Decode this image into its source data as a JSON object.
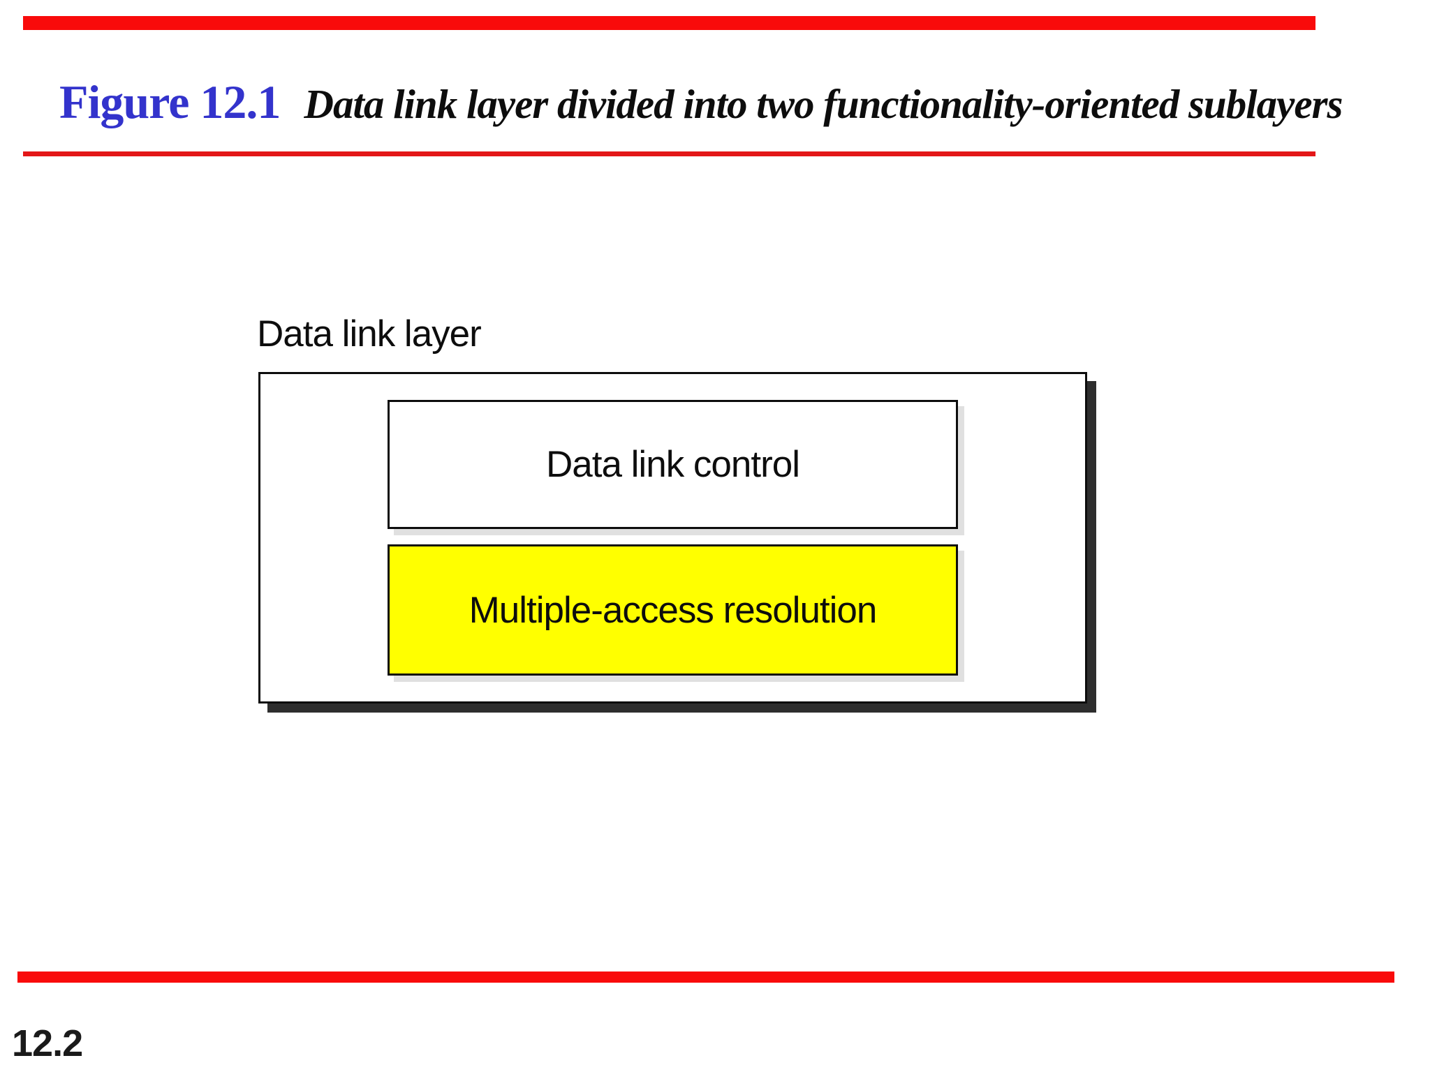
{
  "header": {
    "figure_label": "Figure 12.1",
    "figure_caption": "Data link layer divided into two functionality-oriented sublayers"
  },
  "diagram": {
    "container_label": "Data link layer",
    "sublayers": [
      {
        "label": "Data link control",
        "fill": "#ffffff"
      },
      {
        "label": "Multiple-access resolution",
        "fill": "#ffff00"
      }
    ]
  },
  "footer": {
    "page_number": "12.2"
  },
  "colors": {
    "accent_red_bar": "#f90b0b",
    "accent_red_rule": "#e31718",
    "figure_label_blue": "#3333cc",
    "highlight_yellow": "#ffff00",
    "box_border_black": "#0d0d0d",
    "shadow_gray": "#2e2e2e"
  }
}
